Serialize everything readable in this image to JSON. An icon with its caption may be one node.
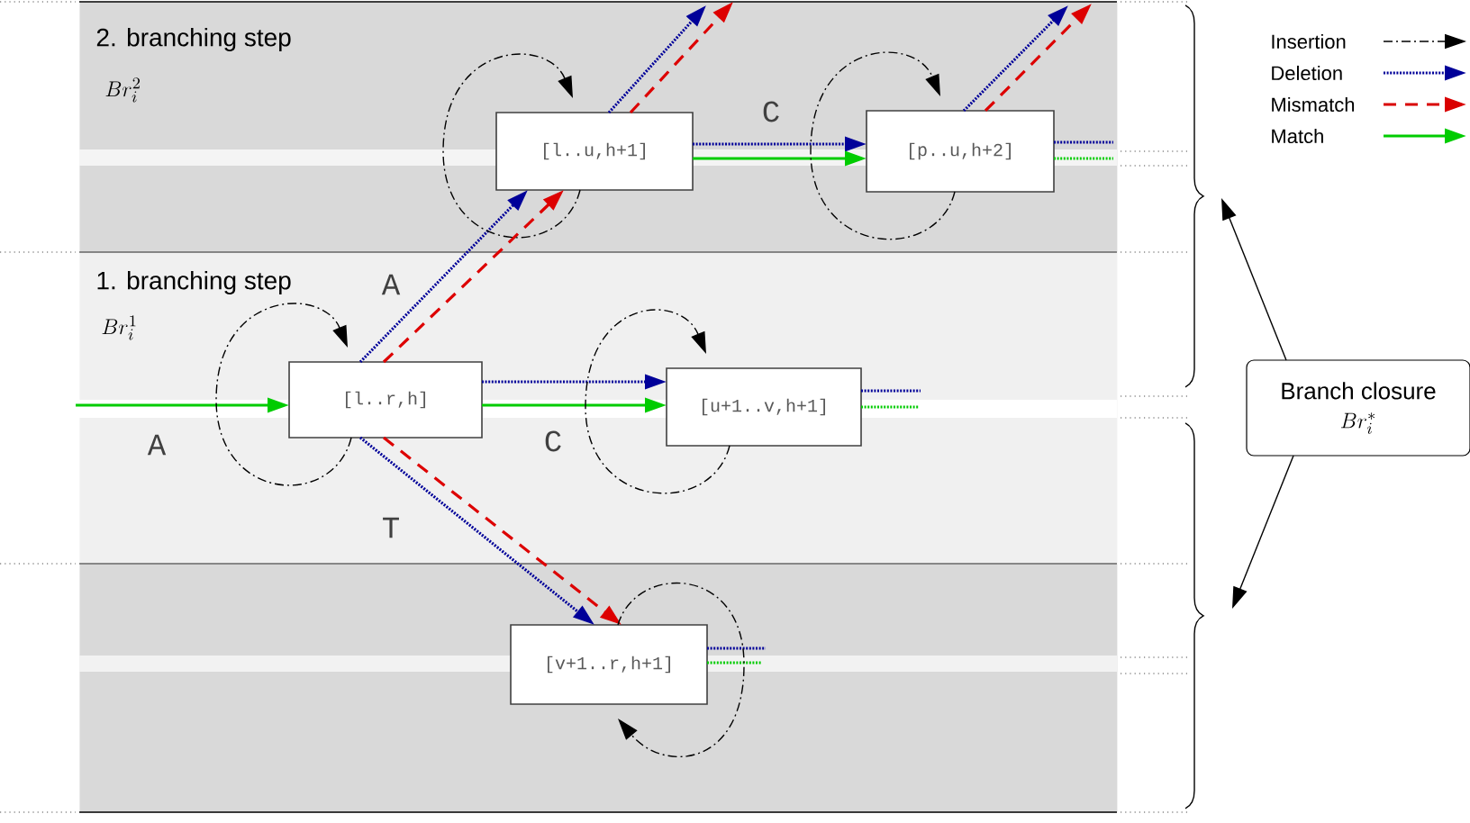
{
  "diagram": {
    "nodes": [
      {
        "text": [
          "2. branching step",
          "Br_i^2"
        ]
      },
      {
        "text": [
          "[l..u,h+1]"
        ],
        "in": 0
      },
      {
        "text": [
          "[p..u,h+2]"
        ],
        "in": 0
      },
      {
        "text": [
          "1. branching step",
          "Br_i^1"
        ]
      },
      {
        "text": [
          "[l..r,h]"
        ],
        "in": 3
      },
      {
        "text": [
          "[u+1..v,h+1]"
        ],
        "in": 3
      },
      {
        "text": [],
        "shape": "band"
      },
      {
        "text": [
          "[v+1..r,h+1]"
        ],
        "in": 6
      },
      {
        "text": [
          "Branch closure",
          "Br_i^*"
        ]
      }
    ],
    "edges": [
      {
        "from": null,
        "to": 4,
        "arrow": "to",
        "label": "A",
        "color": "#00cc00"
      },
      {
        "from": 4,
        "to": 5,
        "arrow": "to",
        "style": "dashed",
        "color": "#000099"
      },
      {
        "from": 4,
        "to": 5,
        "arrow": "to",
        "label": "C",
        "color": "#00cc00"
      },
      {
        "from": 4,
        "to": 1,
        "arrow": "to",
        "label": "A",
        "style": "dashed",
        "color": "#000099"
      },
      {
        "from": 4,
        "to": 1,
        "arrow": "to",
        "style": "dashed",
        "color": "#dd0000"
      },
      {
        "from": 4,
        "to": 7,
        "arrow": "to",
        "label": "T",
        "style": "dashed",
        "color": "#000099"
      },
      {
        "from": 4,
        "to": 7,
        "arrow": "to",
        "style": "dashed",
        "color": "#dd0000"
      },
      {
        "from": 1,
        "to": 2,
        "arrow": "to",
        "label": "C",
        "style": "dashed",
        "color": "#000099"
      },
      {
        "from": 1,
        "to": 2,
        "arrow": "to",
        "color": "#00cc00"
      },
      {
        "from": 1,
        "to": null,
        "arrow": "to",
        "style": "dashed",
        "color": "#000099"
      },
      {
        "from": 1,
        "to": null,
        "arrow": "to",
        "style": "dashed",
        "color": "#dd0000"
      },
      {
        "from": 2,
        "to": null,
        "arrow": "to",
        "style": "dashed",
        "color": "#000099"
      },
      {
        "from": 2,
        "to": null,
        "arrow": "to",
        "style": "dashed",
        "color": "#dd0000"
      },
      {
        "from": 2,
        "to": null,
        "arrow": "none",
        "style": "dashed",
        "color": "#000099"
      },
      {
        "from": 2,
        "to": null,
        "arrow": "none",
        "style": "dashed",
        "color": "#00cc00"
      },
      {
        "from": 5,
        "to": null,
        "arrow": "none",
        "style": "dashed",
        "color": "#000099"
      },
      {
        "from": 5,
        "to": null,
        "arrow": "none",
        "style": "dashed",
        "color": "#00cc00"
      },
      {
        "from": 7,
        "to": null,
        "arrow": "none",
        "style": "dashed",
        "color": "#000099"
      },
      {
        "from": 7,
        "to": null,
        "arrow": "none",
        "style": "dashed",
        "color": "#00cc00"
      },
      {
        "from": 1,
        "to": 1,
        "arrow": "to",
        "style": "dashed",
        "color": "#000000"
      },
      {
        "from": 2,
        "to": 2,
        "arrow": "to",
        "style": "dashed",
        "color": "#000000"
      },
      {
        "from": 4,
        "to": 4,
        "arrow": "to",
        "style": "dashed",
        "color": "#000000"
      },
      {
        "from": 5,
        "to": 5,
        "arrow": "to",
        "style": "dashed",
        "color": "#000000"
      },
      {
        "from": 7,
        "to": 7,
        "arrow": "to",
        "style": "dashed",
        "color": "#000000"
      },
      {
        "from": 8,
        "to": null,
        "arrow": "to",
        "color": "#000000"
      },
      {
        "from": 8,
        "to": null,
        "arrow": "to",
        "color": "#000000"
      }
    ],
    "legend": [
      {
        "text": "Insertion"
      },
      {
        "text": "Deletion"
      },
      {
        "text": "Mismatch"
      },
      {
        "text": "Match"
      }
    ]
  }
}
